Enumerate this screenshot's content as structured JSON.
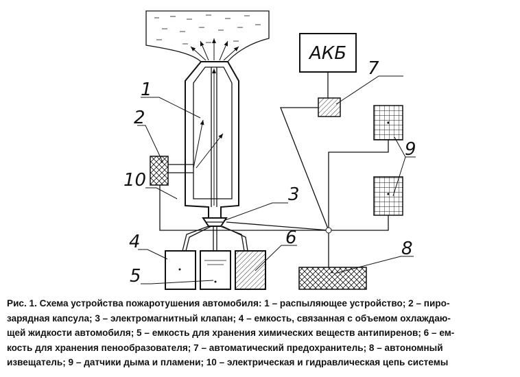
{
  "diagram": {
    "power_unit_label": "АКБ",
    "callouts": [
      {
        "id": "1",
        "text": "1"
      },
      {
        "id": "2",
        "text": "2"
      },
      {
        "id": "3",
        "text": "3"
      },
      {
        "id": "4",
        "text": "4"
      },
      {
        "id": "5",
        "text": "5"
      },
      {
        "id": "6",
        "text": "6"
      },
      {
        "id": "7",
        "text": "7"
      },
      {
        "id": "8",
        "text": "8"
      },
      {
        "id": "9",
        "text": "9"
      },
      {
        "id": "10",
        "text": "10"
      }
    ]
  },
  "caption": {
    "lines": [
      "Рис. 1. Схема устройства пожаротушения автомобиля: 1 – распыляющее устройство; 2 – пиро-",
      "зарядная капсула; 3 – электромагнитный клапан; 4 – емкость, связанная с объемом охлаждаю-",
      "щей жидкости автомобиля; 5 – емкость для хранения химических веществ антипиренов; 6 – ем-",
      "кость для хранения пенообразователя; 7 – автоматический предохранитель; 8 – автономный",
      "извещатель; 9 – датчики дыма и пламени; 10 – электрическая и гидравлическая цепь системы"
    ]
  }
}
